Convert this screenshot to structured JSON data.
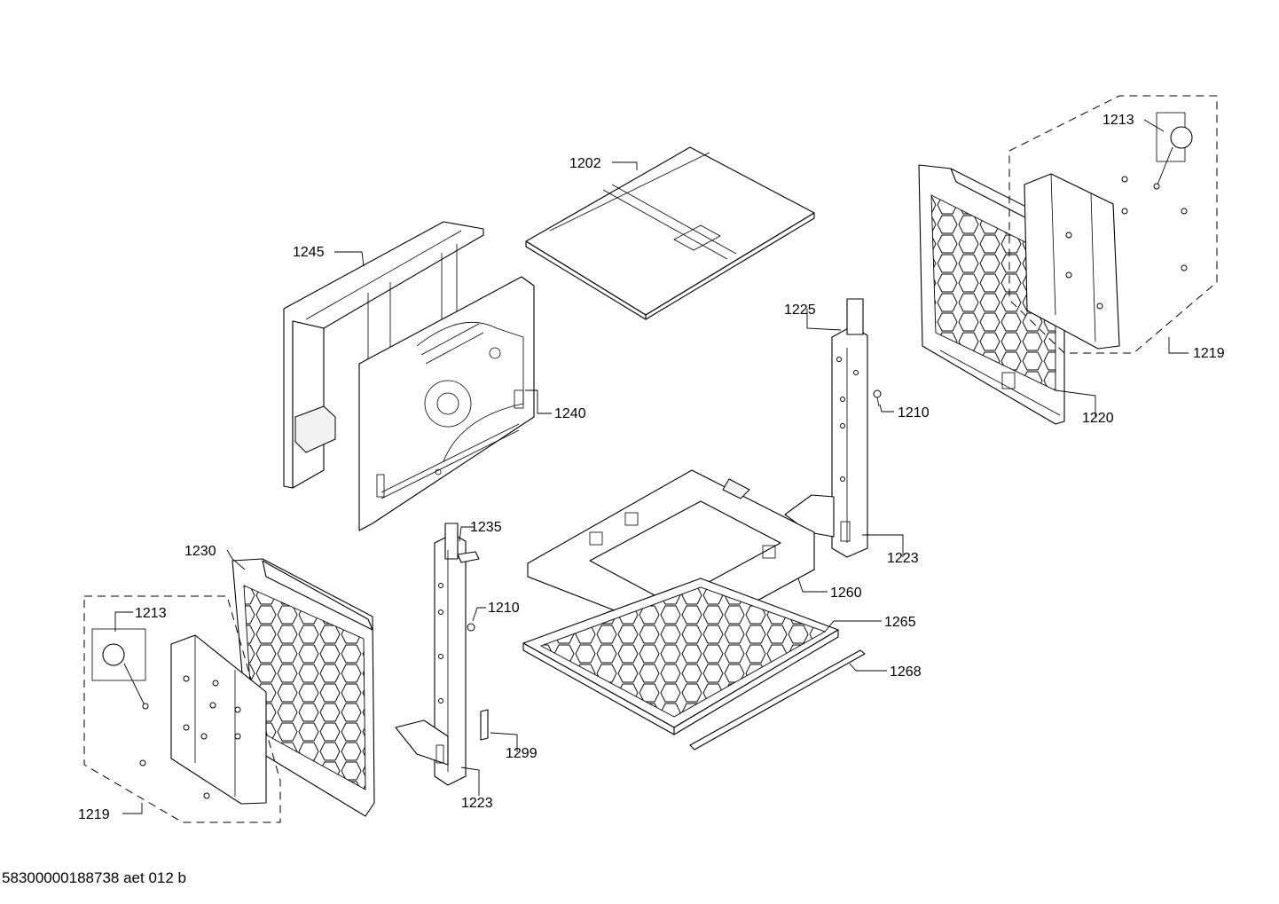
{
  "document_id": "58300000188738 aet 012 b",
  "labels": {
    "p1202": "1202",
    "p1213_right": "1213",
    "p1245": "1245",
    "p1225": "1225",
    "p1219_right": "1219",
    "p1210_right": "1210",
    "p1220": "1220",
    "p1240": "1240",
    "p1235": "1235",
    "p1230": "1230",
    "p1223_right": "1223",
    "p1213_left": "1213",
    "p1210_left": "1210",
    "p1260": "1260",
    "p1265": "1265",
    "p1268": "1268",
    "p1299": "1299",
    "p1219_left": "1219",
    "p1223_left": "1223"
  }
}
